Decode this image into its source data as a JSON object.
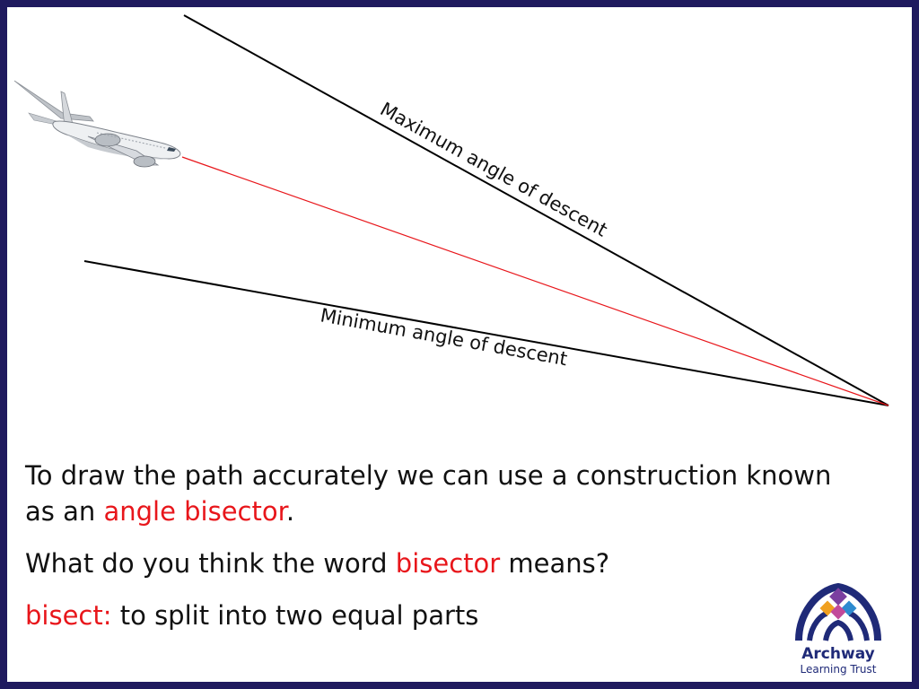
{
  "diagram": {
    "max_label": "Maximum angle of descent",
    "min_label": "Minimum angle of descent",
    "icons": {
      "airplane": "airplane-icon"
    },
    "colors": {
      "boundary_line": "#000000",
      "bisector_line": "#e8161b",
      "frame": "#1f1a5e"
    }
  },
  "text": {
    "line1": "To draw the path accurately we can use a construction known",
    "line2_pre": "as an ",
    "line2_highlight": "angle bisector",
    "line2_post": ".",
    "question_pre": "What do you think the word ",
    "question_highlight": "bisector",
    "question_post": " means?",
    "definition_term": "bisect:",
    "definition_text": " to split into two equal parts",
    "highlight_color": "#e8161b"
  },
  "logo": {
    "name": "Archway",
    "subtitle": "Learning Trust",
    "colors": [
      "#1f2a78",
      "#7b3fa0",
      "#f0a020",
      "#2e8bd0"
    ]
  }
}
